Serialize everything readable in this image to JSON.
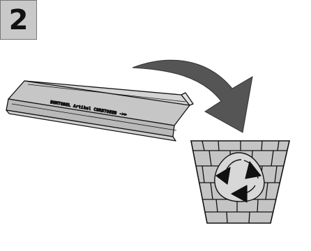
{
  "step": {
    "number": "2"
  },
  "strip": {
    "printed_text": "BUMTOBEL Artikel CORBTOEEB ->>"
  },
  "icons": {
    "step_badge": "step-number-badge",
    "strip": "protective-strip-icon",
    "arrow": "curved-arrow-icon",
    "bin": "recycling-bin-icon"
  },
  "colors": {
    "badge_bg": "#c9c9c9",
    "strip_fill": "#c9c9c9",
    "arrow_fill": "#555555",
    "bin_fill": "#c4c4c4",
    "line": "#111111"
  }
}
